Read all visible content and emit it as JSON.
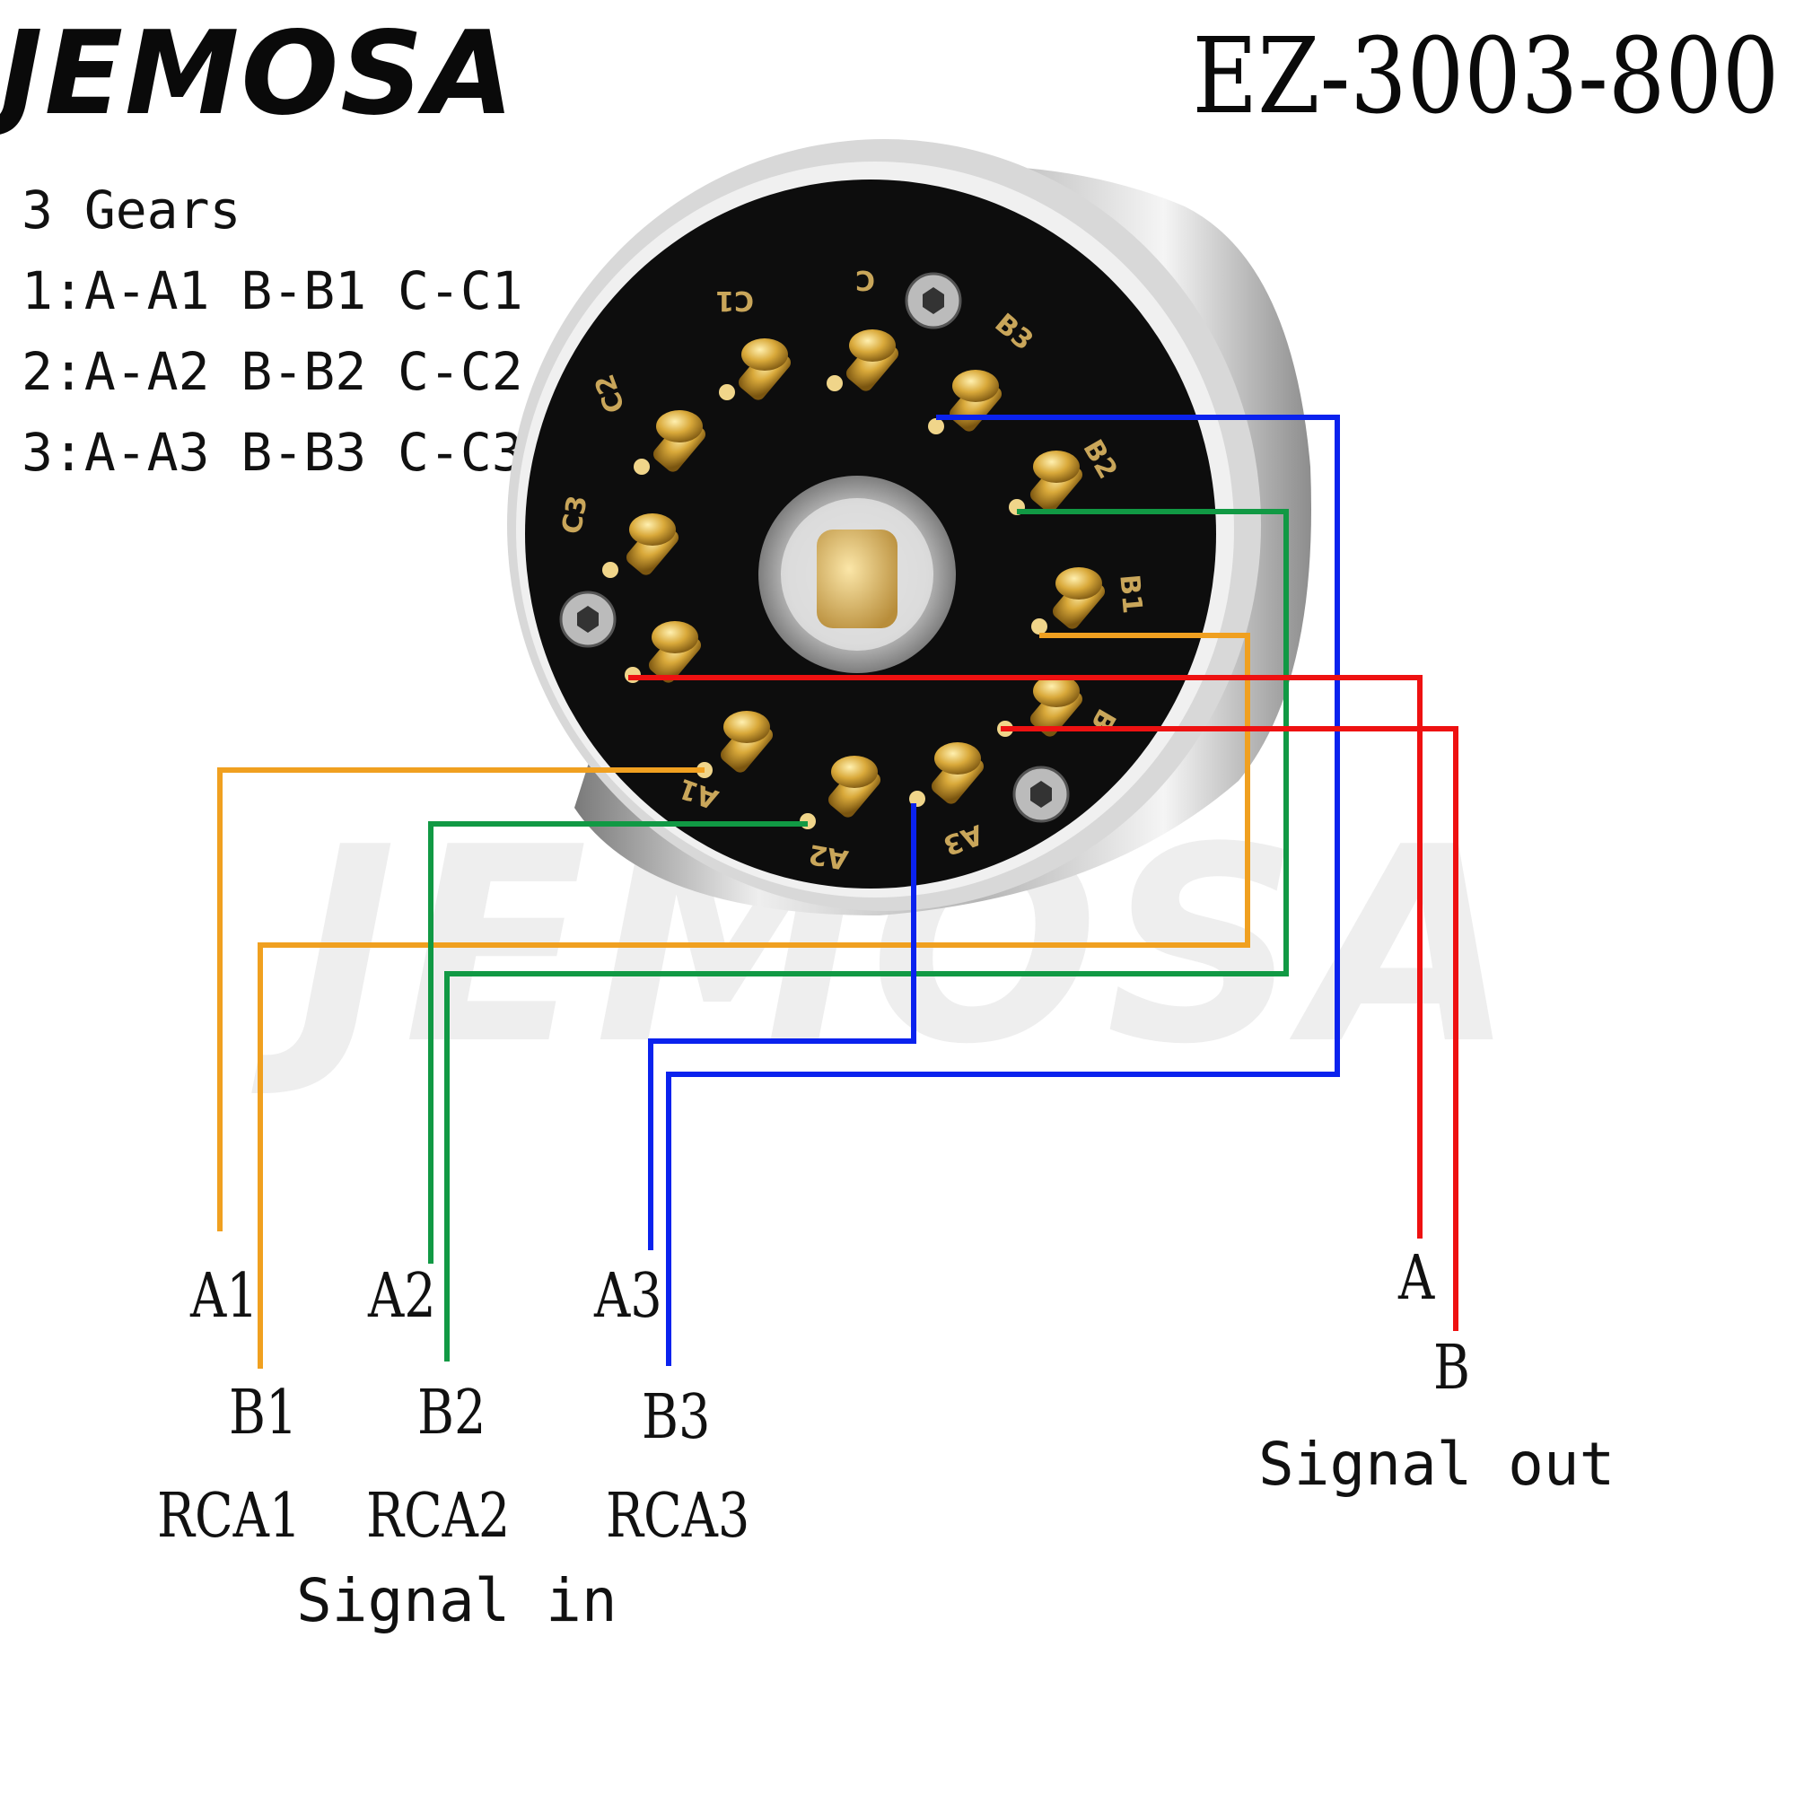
{
  "brand": "JEMOSA",
  "model": "EZ-3003-800",
  "specs": {
    "title": "3 Gears",
    "line1": "1:A-A1 B-B1 C-C1",
    "line2": "2:A-A2 B-B2 C-C2",
    "line3": "3:A-A3 B-B3 C-C3"
  },
  "pins": {
    "C1": "C1",
    "C": "C",
    "B3": "B3",
    "C2": "C2",
    "B2": "B2",
    "C3": "C3",
    "B1": "B1",
    "B": "B",
    "A1": "A1",
    "A2": "A2",
    "A3": "A3"
  },
  "inputs": {
    "a1": "A1",
    "a2": "A2",
    "a3": "A3",
    "b1": "B1",
    "b2": "B2",
    "b3": "B3",
    "rca1": "RCA1",
    "rca2": "RCA2",
    "rca3": "RCA3",
    "signal_in": "Signal in"
  },
  "outputs": {
    "a": "A",
    "b": "B",
    "signal_out": "Signal out"
  },
  "colors": {
    "wire_a1_b1": "#f0a020",
    "wire_a2_b2": "#119944",
    "wire_a3_b3": "#0a22ee",
    "wire_common": "#ee1111",
    "pcb": "#0d0d0d",
    "gold": "#d9a93a"
  }
}
